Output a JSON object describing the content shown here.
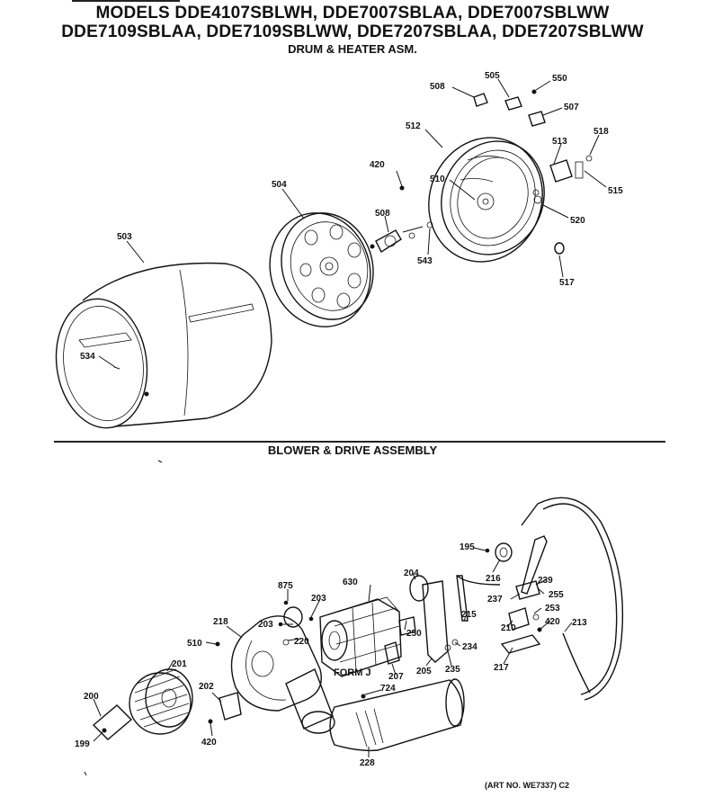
{
  "header": {
    "title_line1": "MODELS DDE4107SBLWH, DDE7007SBLAA, DDE7007SBLWW",
    "title_line2": "DDE7109SBLAA, DDE7109SBLWW, DDE7207SBLAA, DDE7207SBLWW",
    "section1": "DRUM & HEATER ASM.",
    "section2": "BLOWER & DRIVE ASSEMBLY"
  },
  "drum_section": {
    "callouts": [
      "508",
      "505",
      "550",
      "507",
      "512",
      "513",
      "518",
      "420",
      "510",
      "515",
      "504",
      "508",
      "520",
      "503",
      "543",
      "517",
      "534"
    ]
  },
  "blower_section": {
    "callouts": [
      "195",
      "216",
      "239",
      "204",
      "875",
      "203",
      "630",
      "237",
      "255",
      "215",
      "253",
      "218",
      "203",
      "210",
      "420",
      "213",
      "510",
      "220",
      "250",
      "234",
      "217",
      "201",
      "207",
      "205",
      "235",
      "202",
      "724",
      "200",
      "420",
      "199",
      "228"
    ],
    "form_label": "FORM J"
  },
  "footer": {
    "art_number": "(ART NO. WE7337) C2"
  }
}
